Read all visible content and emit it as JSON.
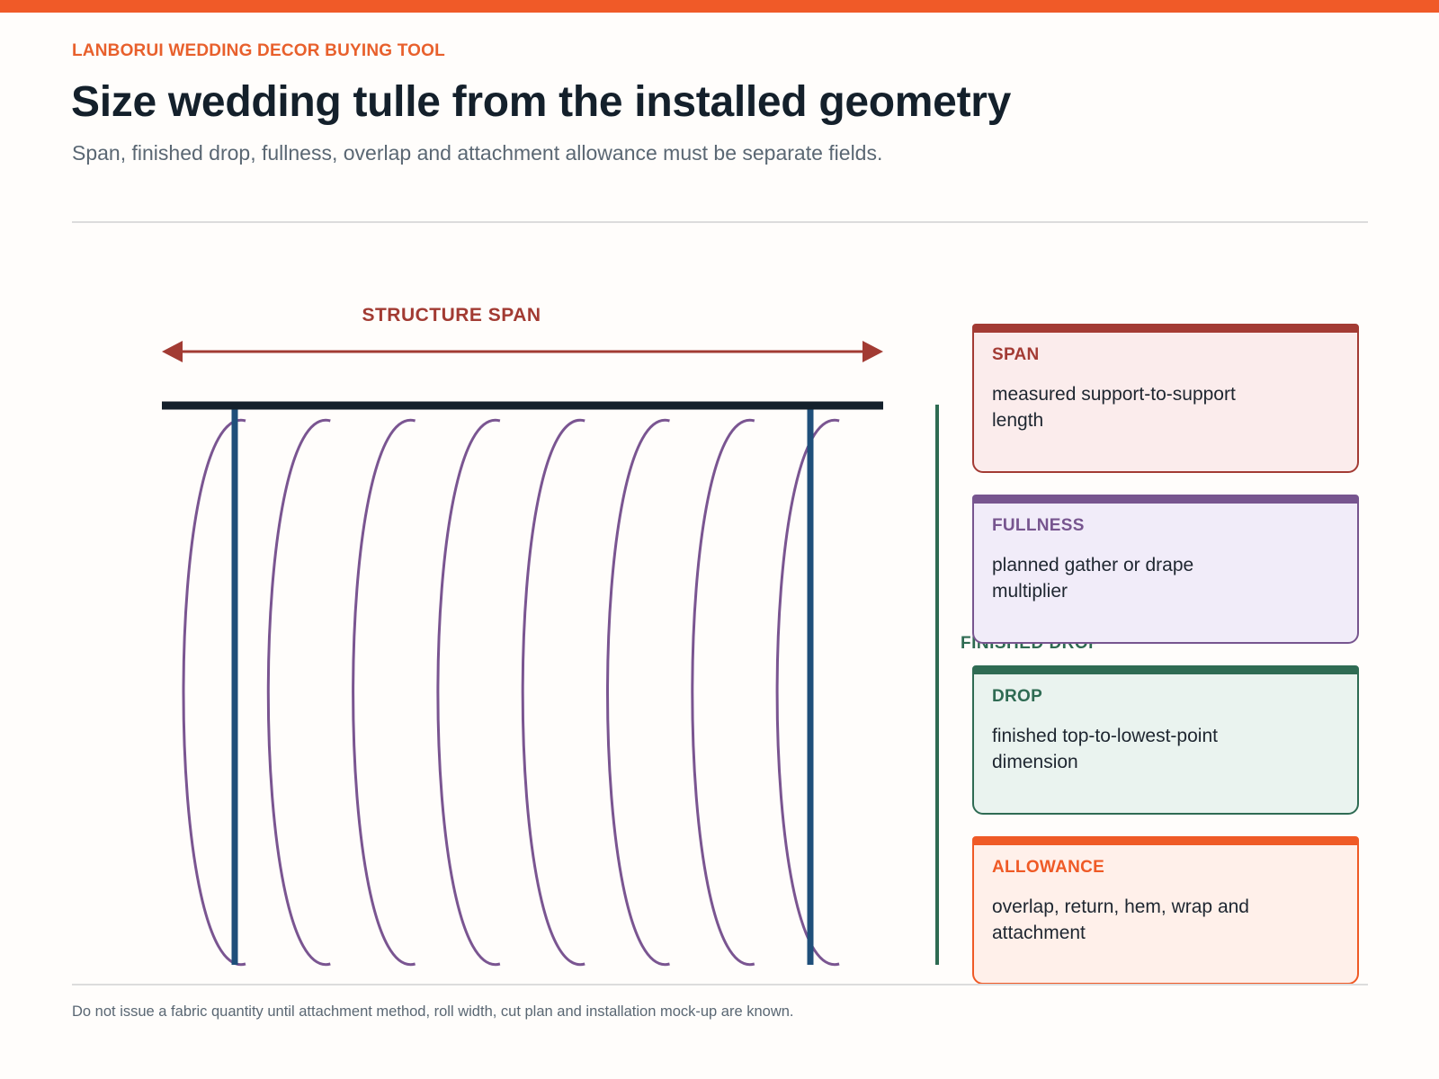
{
  "header": {
    "eyebrow": "LANBORUI WEDDING DECOR BUYING TOOL",
    "title": "Size wedding tulle from the installed geometry",
    "subtitle": "Span, finished drop, fullness, overlap and attachment allowance must be separate fields."
  },
  "diagram": {
    "span_label": "STRUCTURE SPAN",
    "drop_label": "FINISHED DROP",
    "drape_count": 8,
    "colors": {
      "span_arrow": "#a23b33",
      "structure": "#14202b",
      "posts": "#1f4f7a",
      "drapes": "#7a5591",
      "drop_line": "#2e6b52"
    }
  },
  "cards": [
    {
      "label": "SPAN",
      "text": "measured support-to-support length",
      "accent": "#a33b34",
      "background": "#fbecec"
    },
    {
      "label": "FULLNESS",
      "text": "planned gather or drape multiplier",
      "accent": "#77558f",
      "background": "#f1ecf9"
    },
    {
      "label": "DROP",
      "text": "finished top-to-lowest-point dimension",
      "accent": "#2f6b53",
      "background": "#eaf3ef"
    },
    {
      "label": "ALLOWANCE",
      "text": "overlap, return, hem, wrap and attachment",
      "accent": "#ef5a26",
      "background": "#fff0ea"
    }
  ],
  "footer": {
    "note": "Do not issue a fabric quantity until attachment method, roll width, cut plan and installation mock-up are known."
  }
}
